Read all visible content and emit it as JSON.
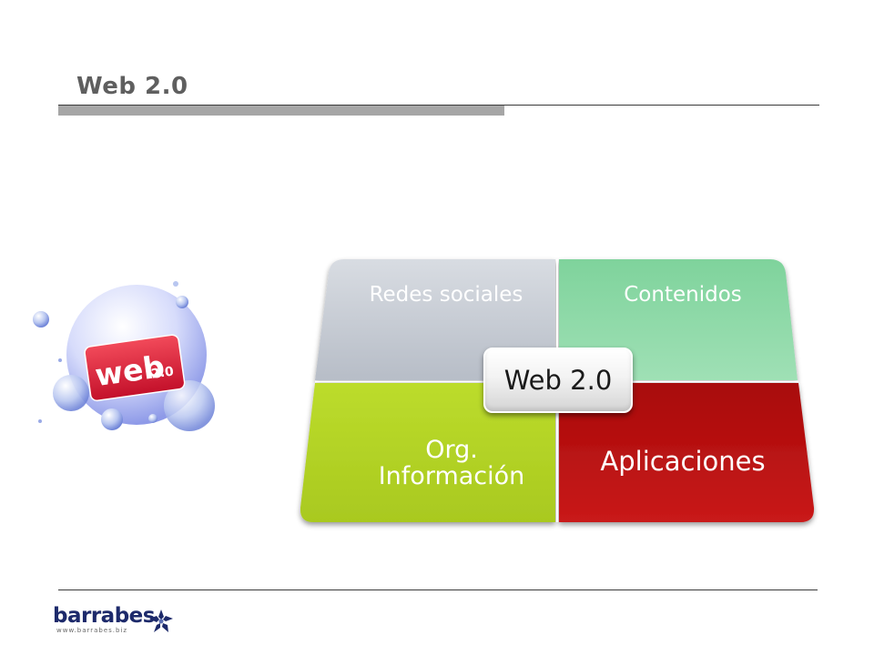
{
  "slide": {
    "title": "Web 2.0"
  },
  "illustration": {
    "badge_main": "web",
    "badge_version": "2.0"
  },
  "matrix": {
    "top_left": "Redes sociales",
    "top_right": "Contenidos",
    "bottom_left_line1": "Org.",
    "bottom_left_line2": "Información",
    "bottom_right": "Aplicaciones",
    "center": "Web 2.0",
    "colors": {
      "redes_sociales": "#c6ccd5",
      "contenidos": "#8fd9a8",
      "org_informacion": "#b5d62a",
      "aplicaciones": "#b50f0f"
    }
  },
  "footer": {
    "logo_text": "barrabes",
    "logo_url": "www.barrabes.biz"
  }
}
